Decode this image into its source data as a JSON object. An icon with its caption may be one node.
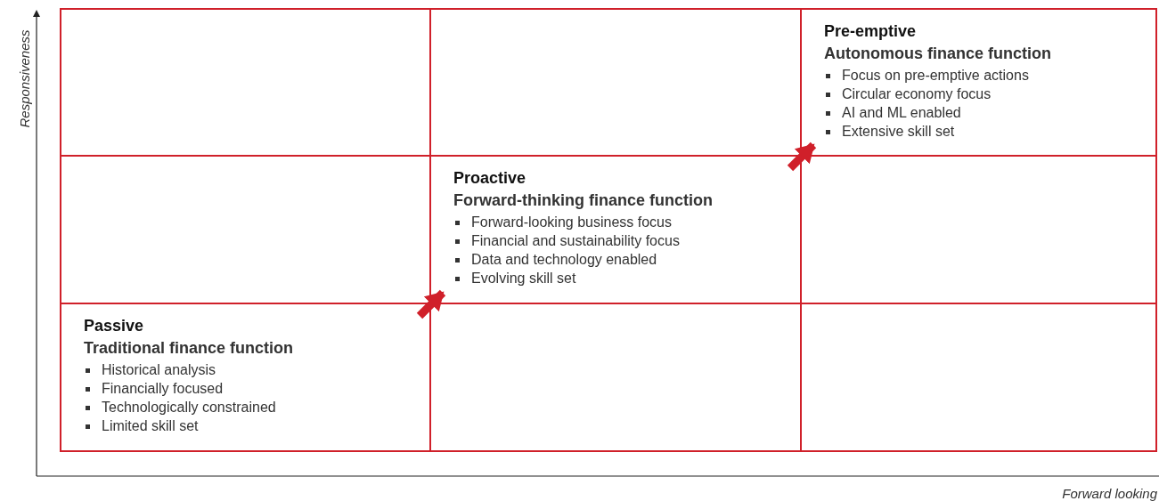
{
  "diagram": {
    "nodes": [
      {
        "text": [],
        "shape": "box"
      },
      {
        "text": [],
        "shape": "box"
      },
      {
        "text": [
          "Pre-emptive",
          "Autonomous finance function",
          "Focus on pre-emptive actions",
          "Circular economy focus",
          "AI and ML enabled",
          "Extensive skill set"
        ]
      },
      {
        "text": [],
        "shape": "box"
      },
      {
        "text": [
          "Proactive",
          "Forward-thinking finance function",
          "Forward-looking business focus",
          "Financial and sustainability focus",
          "Data and technology enabled",
          "Evolving skill set"
        ]
      },
      {
        "text": [],
        "shape": "box"
      },
      {
        "text": [
          "Passive",
          "Traditional finance function",
          "Historical analysis",
          "Financially focused",
          "Technologically constrained",
          "Limited skill set"
        ]
      },
      {
        "text": [],
        "shape": "box"
      },
      {
        "text": [],
        "shape": "box"
      }
    ],
    "edges": [
      {
        "from": 6,
        "to": 4,
        "arrow": "to"
      },
      {
        "from": 4,
        "to": 2,
        "arrow": "to"
      }
    ],
    "labels": [
      "Responsiveness",
      "Forward looking"
    ]
  }
}
